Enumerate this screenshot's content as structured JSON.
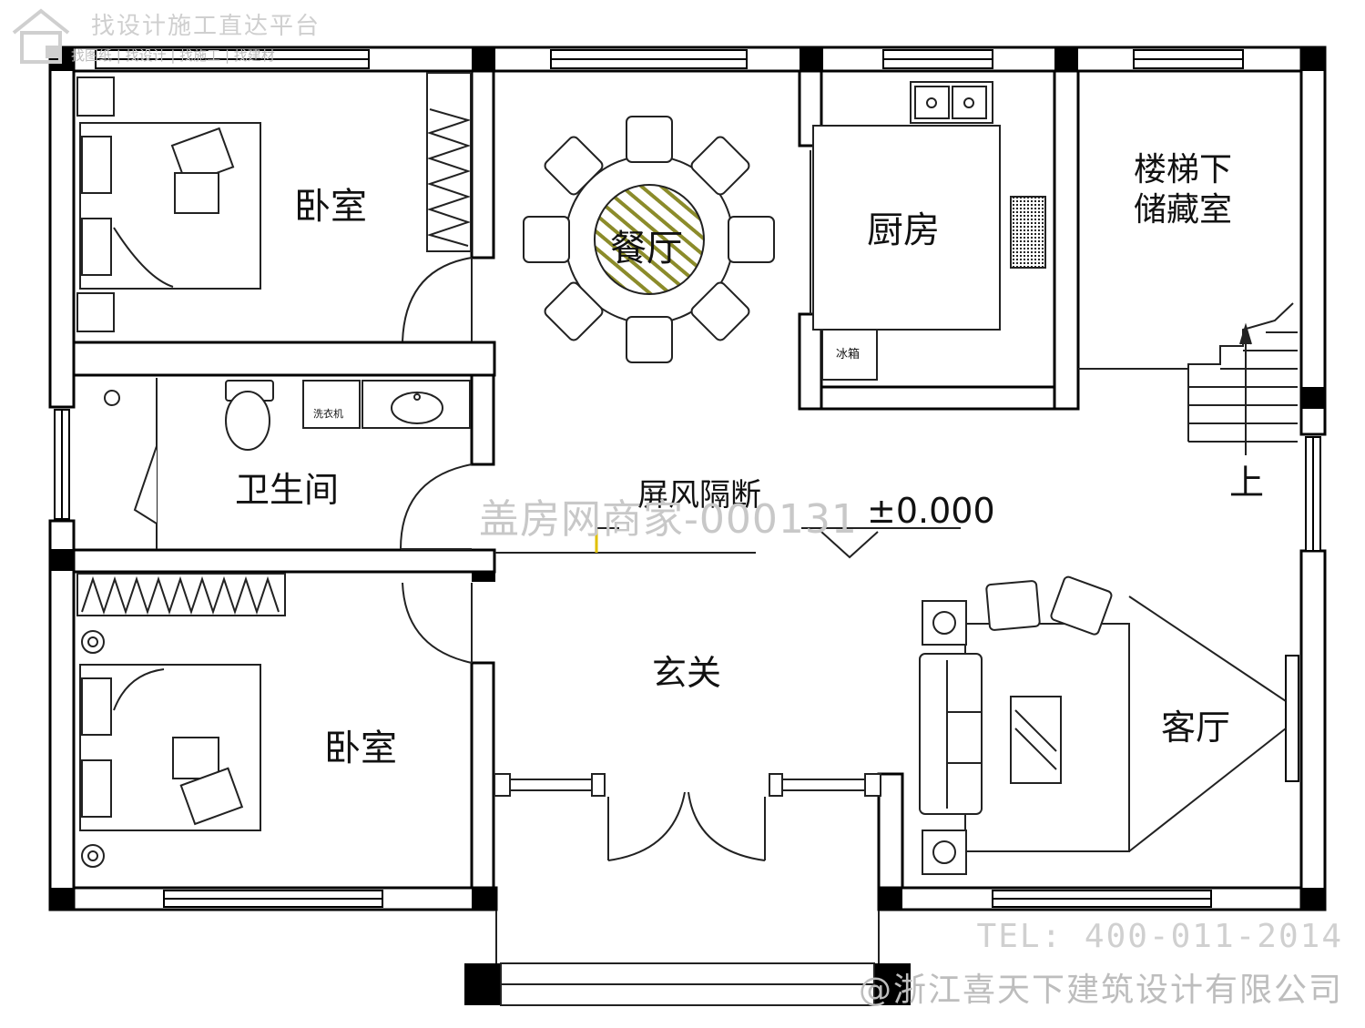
{
  "watermark": {
    "brand": "找设计施工直达平台",
    "nav": "找图纸 | 找设计 | 找施工 | 找建材",
    "center": "盖房网商家-000131",
    "tel": "TEL: 400-011-2014",
    "company": "@浙江喜天下建筑设计有限公司"
  },
  "rooms": {
    "bedroom_top": "卧室",
    "dining": "餐厅",
    "kitchen": "厨房",
    "storage_line1": "楼梯下",
    "storage_line2": "储藏室",
    "bathroom": "卫生间",
    "screen": "屏风隔断",
    "foyer": "玄关",
    "bedroom_bottom": "卧室",
    "living": "客厅"
  },
  "labels": {
    "fridge": "冰箱",
    "washer": "洗衣机",
    "stairs_up": "上",
    "elevation": "±0.000"
  },
  "colors": {
    "wall": "#000000",
    "line": "#222222",
    "table_hatch": "#8b8b2a",
    "marker": "#e0c000",
    "watermark": "#c8c8c8"
  }
}
